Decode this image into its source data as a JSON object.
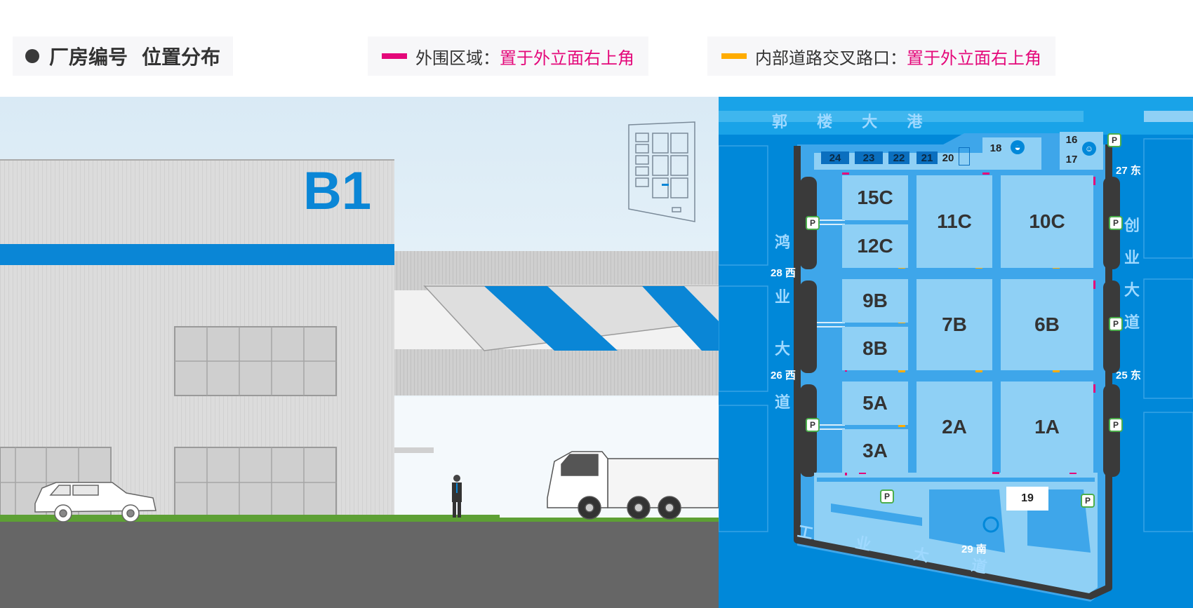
{
  "header": {
    "title_part1": "厂房编号",
    "title_part2": "位置分布",
    "legend": [
      {
        "label": "外围区域：",
        "value": "置于外立面右上角",
        "color": "#e4087a"
      },
      {
        "label": "内部道路交叉路口：",
        "value": "置于外立面右上角",
        "color": "#ffac00"
      }
    ]
  },
  "scene": {
    "building_number": "B1"
  },
  "map": {
    "roads": {
      "north": "郭 楼 大 港",
      "west_1": "鸿",
      "west_2": "业",
      "west_3": "大",
      "west_4": "道",
      "east_1": "创",
      "east_2": "业",
      "east_3": "大",
      "east_4": "道",
      "south": "工 业 大 道"
    },
    "gates": {
      "g27": "27 东",
      "g28": "28 西",
      "g26": "26 西",
      "g25": "25 东",
      "g29": "29 南"
    },
    "halls": {
      "h15C": "15C",
      "h12C": "12C",
      "h11C": "11C",
      "h10C": "10C",
      "h9B": "9B",
      "h8B": "8B",
      "h7B": "7B",
      "h6B": "6B",
      "h5A": "5A",
      "h3A": "3A",
      "h2A": "2A",
      "h1A": "1A"
    },
    "small_buildings": {
      "b24": "24",
      "b23": "23",
      "b22": "22",
      "b21": "21",
      "b20": "20",
      "b18": "18",
      "b16": "16",
      "b17": "17",
      "b19": "19"
    },
    "parking_label": "P",
    "accent_colors": {
      "outer": "#e4087a",
      "inner": "#ffac00",
      "road": "#3a3a3a",
      "hall": "#8fd0f5",
      "ground": "#0088d9"
    }
  }
}
